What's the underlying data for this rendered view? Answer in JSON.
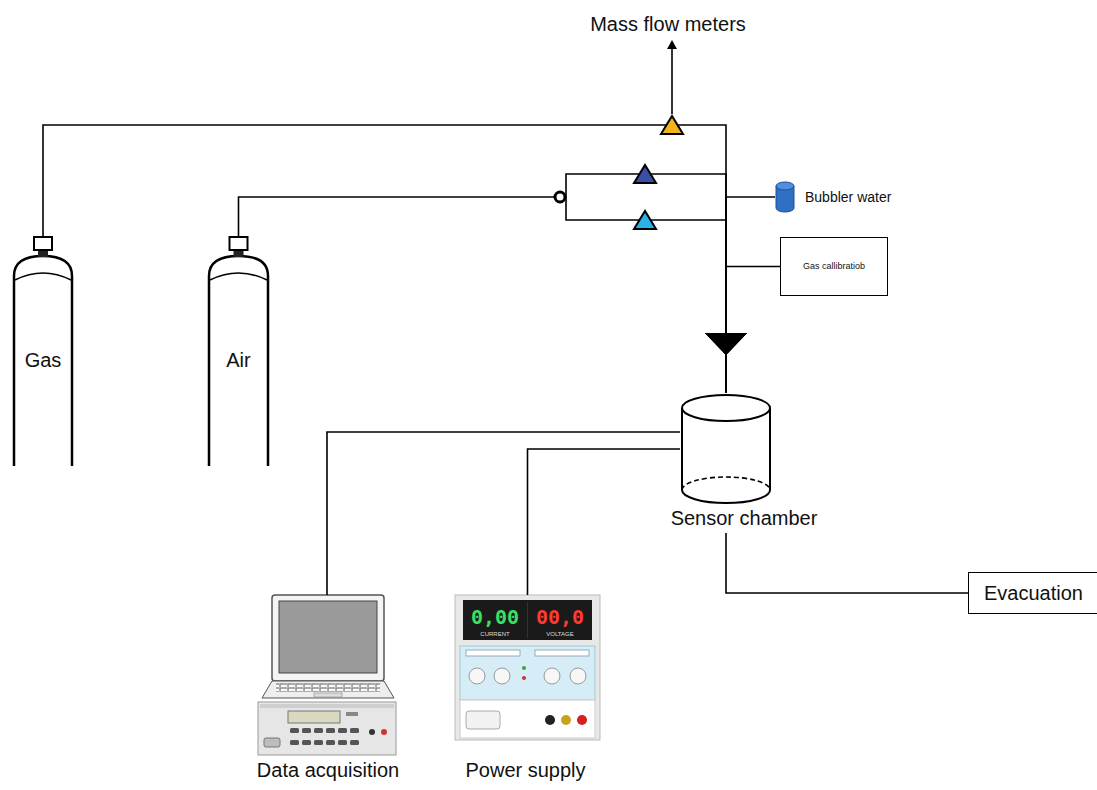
{
  "diagram": {
    "nodes": [
      {
        "text": [
          "Gas"
        ]
      },
      {
        "text": [
          "Air"
        ]
      },
      {
        "text": [
          "Bubbler water"
        ]
      },
      {
        "text": [
          "Gas callibratiob"
        ]
      },
      {
        "text": [
          "Sensor chamber"
        ]
      },
      {
        "text": [
          "Data acquisition"
        ]
      },
      {
        "text": [
          "Power supply"
        ]
      },
      {
        "text": [
          "Evacuation"
        ]
      }
    ],
    "edges": [
      {
        "from": 0,
        "to": 4,
        "arrow": "to"
      },
      {
        "from": 1,
        "to": 4,
        "arrow": "to"
      },
      {
        "from": 2,
        "to": 4,
        "arrow": "to"
      },
      {
        "from": 3,
        "to": 4,
        "arrow": "to"
      },
      {
        "from": 4,
        "to": 5,
        "arrow": "none"
      },
      {
        "from": 4,
        "to": 6,
        "arrow": "none"
      },
      {
        "from": 4,
        "to": 7,
        "arrow": "none"
      }
    ],
    "labels": [
      "Mass flow meters",
      "0,00",
      "00,0",
      "CURRENT",
      "VOLTAGE"
    ]
  }
}
